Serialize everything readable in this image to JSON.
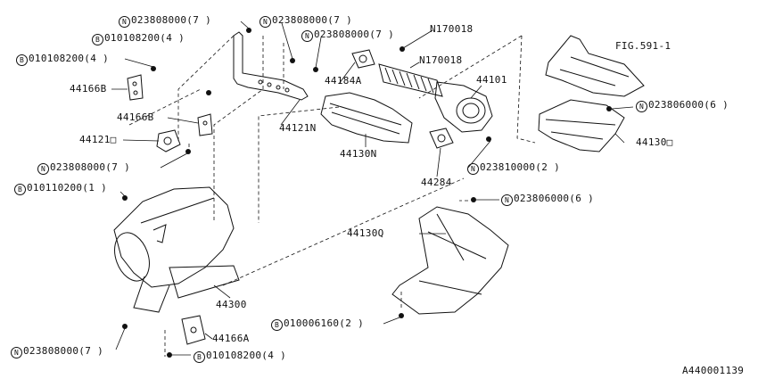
{
  "diagram": {
    "figure_ref": "FIG.591-1",
    "drawing_number": "A440001139",
    "labels": {
      "n_023808000_7_top1": {
        "symbol": "N",
        "text": "023808000(7 )"
      },
      "n_023808000_7_top2": {
        "symbol": "N",
        "text": "023808000(7 )"
      },
      "b_010108200_4_a": {
        "symbol": "B",
        "text": "010108200(4 )"
      },
      "n_023808000_7_top3": {
        "symbol": "N",
        "text": "023808000(7 )"
      },
      "n170018_a": {
        "symbol": "",
        "text": "N170018"
      },
      "n170018_b": {
        "symbol": "",
        "text": "N170018"
      },
      "b_010108200_4_b": {
        "symbol": "B",
        "text": "010108200(4 )"
      },
      "p44166b_a": {
        "symbol": "",
        "text": "44166B"
      },
      "p44184a": {
        "symbol": "",
        "text": "44184A"
      },
      "p44101": {
        "symbol": "",
        "text": "44101"
      },
      "p44166b_b": {
        "symbol": "",
        "text": "44166B"
      },
      "p44121n": {
        "symbol": "",
        "text": "44121N"
      },
      "p44121d": {
        "symbol": "",
        "text": "44121□"
      },
      "p44130n": {
        "symbol": "",
        "text": "44130N"
      },
      "n_023806000_6_a": {
        "symbol": "N",
        "text": "023806000(6 )"
      },
      "p44130d": {
        "symbol": "",
        "text": "44130□"
      },
      "n_023808000_7_mid": {
        "symbol": "N",
        "text": "023808000(7 )"
      },
      "n_023810000_2": {
        "symbol": "N",
        "text": "023810000(2 )"
      },
      "b_010110200_1": {
        "symbol": "B",
        "text": "010110200(1 )"
      },
      "p44284": {
        "symbol": "",
        "text": "44284"
      },
      "n_023806000_6_b": {
        "symbol": "N",
        "text": "023806000(6 )"
      },
      "p44130q": {
        "symbol": "",
        "text": "44130Q"
      },
      "p44300": {
        "symbol": "",
        "text": "44300"
      },
      "b_010006160_2": {
        "symbol": "B",
        "text": "010006160(2 )"
      },
      "p44166a": {
        "symbol": "",
        "text": "44166A"
      },
      "n_023808000_7_bot": {
        "symbol": "N",
        "text": "023808000(7 )"
      },
      "b_010108200_4_c": {
        "symbol": "B",
        "text": "010108200(4 )"
      }
    }
  }
}
